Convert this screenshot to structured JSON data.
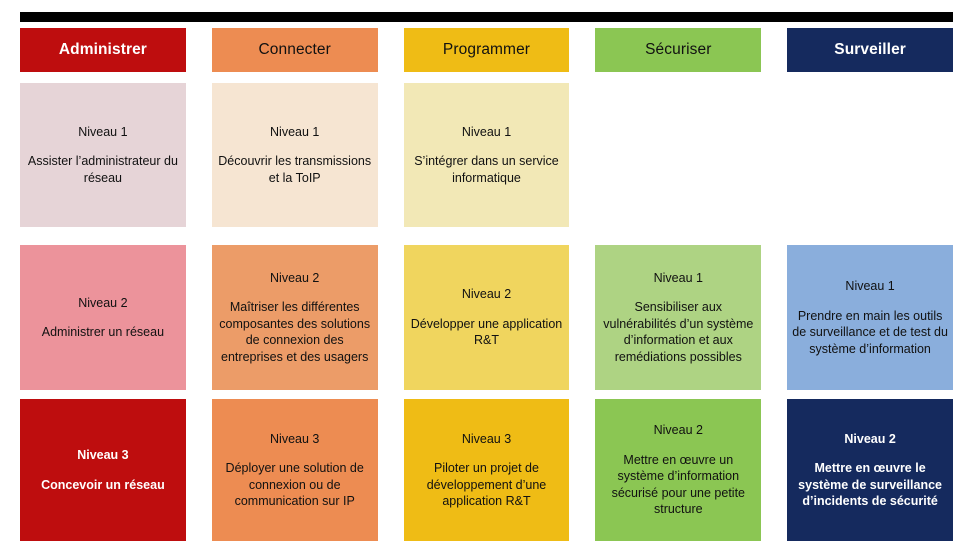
{
  "page": {
    "background": "#FFFFFF",
    "top_bar_color": "#000000"
  },
  "columns": [
    {
      "header": {
        "label": "Administrer",
        "bg": "#BE0D0E",
        "fg": "#FFFFFF",
        "bold": true
      },
      "cells": [
        {
          "level": "Niveau 1",
          "description": "Assister l’administrateur du réseau",
          "bg": "#E6D4D7",
          "fg": "#111111",
          "bold": false
        },
        {
          "level": "Niveau 2",
          "description": "Administrer un réseau",
          "bg": "#EC939B",
          "fg": "#111111",
          "bold": false
        },
        {
          "level": "Niveau 3",
          "description": "Concevoir un réseau",
          "bg": "#BE0D0E",
          "fg": "#FFFFFF",
          "bold": true
        }
      ]
    },
    {
      "header": {
        "label": "Connecter",
        "bg": "#ED8C52",
        "fg": "#111111",
        "bold": false
      },
      "cells": [
        {
          "level": "Niveau 1",
          "description": "Découvrir les transmissions et la ToIP",
          "bg": "#F6E5D2",
          "fg": "#111111",
          "bold": false
        },
        {
          "level": "Niveau 2",
          "description": "Maîtriser les différentes composantes des solutions de connexion des entreprises et des usagers",
          "bg": "#EC9C68",
          "fg": "#111111",
          "bold": false
        },
        {
          "level": "Niveau 3",
          "description": "Déployer une solution de connexion ou de communication sur IP",
          "bg": "#ED8C52",
          "fg": "#111111",
          "bold": false
        }
      ]
    },
    {
      "header": {
        "label": "Programmer",
        "bg": "#EFBC15",
        "fg": "#111111",
        "bold": false
      },
      "cells": [
        {
          "level": "Niveau 1",
          "description": "S’intégrer dans un service informatique",
          "bg": "#F2E8B6",
          "fg": "#111111",
          "bold": false
        },
        {
          "level": "Niveau 2",
          "description": "Développer une application R&T",
          "bg": "#F0D55E",
          "fg": "#111111",
          "bold": false
        },
        {
          "level": "Niveau 3",
          "description": "Piloter un projet de développement d’une application R&T",
          "bg": "#EFBC15",
          "fg": "#111111",
          "bold": false
        }
      ]
    },
    {
      "header": {
        "label": "Sécuriser",
        "bg": "#8BC653",
        "fg": "#111111",
        "bold": false
      },
      "cells": [
        null,
        {
          "level": "Niveau 1",
          "description": "Sensibiliser aux vulnérabilités d’un système d’information et aux remédiations possibles",
          "bg": "#AED383",
          "fg": "#111111",
          "bold": false
        },
        {
          "level": "Niveau 2",
          "description": "Mettre en œuvre un système d’information sécurisé pour une petite structure",
          "bg": "#8BC653",
          "fg": "#111111",
          "bold": false
        }
      ]
    },
    {
      "header": {
        "label": "Surveiller",
        "bg": "#152A5E",
        "fg": "#FFFFFF",
        "bold": true
      },
      "cells": [
        null,
        {
          "level": "Niveau 1",
          "description": "Prendre en main les outils de surveillance et de test du système d’information",
          "bg": "#8AAEDC",
          "fg": "#111111",
          "bold": false
        },
        {
          "level": "Niveau 2",
          "description": "Mettre en œuvre le système de surveillance d’incidents de sécurité",
          "bg": "#152A5E",
          "fg": "#FFFFFF",
          "bold": true
        }
      ]
    }
  ]
}
